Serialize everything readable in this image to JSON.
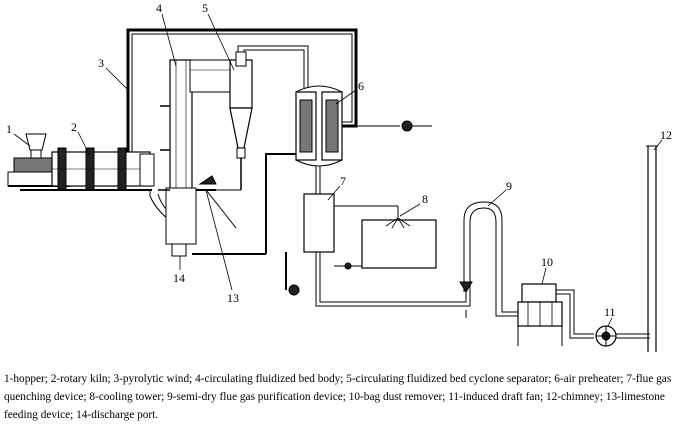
{
  "figure": {
    "callouts": [
      "1",
      "2",
      "3",
      "4",
      "5",
      "6",
      "7",
      "8",
      "9",
      "10",
      "11",
      "12",
      "13",
      "14"
    ],
    "caption": "1-hopper; 2-rotary kiln; 3-pyrolytic wind; 4-circulating fluidized bed body; 5-circulating fluidized bed cyclone separator; 6-air preheater; 7-flue gas quenching device; 8-cooling tower; 9-semi-dry flue gas purification device; 10-bag dust remover; 11-induced draft fan; 12-chimney; 13-limestone feeding device; 14-discharge port."
  }
}
